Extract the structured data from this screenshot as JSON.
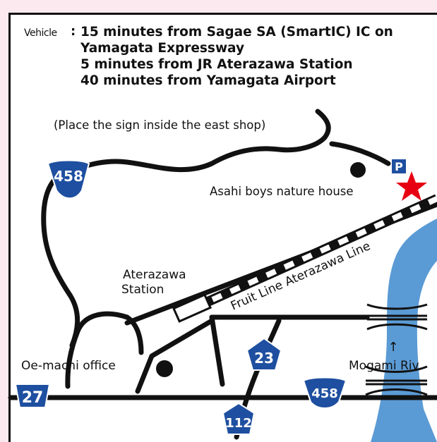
{
  "directions": {
    "mode_label": "Vehicle",
    "colon": ":",
    "lines": [
      "15 minutes from Sagae SA  (SmartIC) IC on",
      "Yamagata Expressway",
      "5 minutes from JR Aterazawa Station",
      "40 minutes from Yamagata Airport"
    ]
  },
  "labels": {
    "sign_note": "(Place the sign inside the east shop)",
    "nature_house": "Asahi boys nature house",
    "station_line1": "Aterazawa",
    "station_line2": "Station",
    "railway": "Fruit Line Aterazawa Line",
    "office": "Oe-machi office",
    "river": "Mogami Riv.",
    "river_arrow": "↑",
    "parking": "P"
  },
  "routes": {
    "r458_top": "458",
    "r458_bottom": "458",
    "r27": "27",
    "r23": "23",
    "r112": "112"
  },
  "colors": {
    "route_shield": "#1e4fa0",
    "river": "#5b9bd5",
    "star": "#e60012",
    "parking": "#1e4fa0",
    "road": "#111111",
    "background_frame": "#fbe9ef"
  }
}
